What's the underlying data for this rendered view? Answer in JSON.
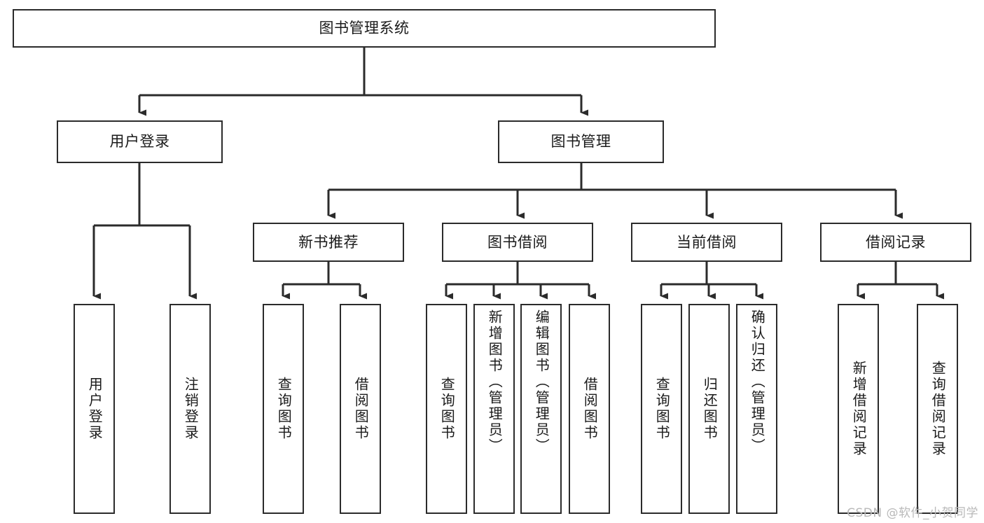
{
  "diagram": {
    "type": "tree-hierarchy",
    "title": "图书管理系统",
    "watermark": "CSDN @软件_小贺同学",
    "colors": {
      "box_border": "#2b2b2b",
      "box_fill": "#ffffff",
      "connector": "#2b2b2b",
      "text": "#1a1a1a",
      "watermark": "#b9b9b9"
    },
    "nodes": {
      "root": {
        "label": "图书管理系统"
      },
      "level2": [
        {
          "id": "user-login",
          "label": "用户登录"
        },
        {
          "id": "book-management",
          "label": "图书管理"
        }
      ],
      "level3": [
        {
          "id": "new-book-recommend",
          "label": "新书推荐"
        },
        {
          "id": "book-borrow",
          "label": "图书借阅"
        },
        {
          "id": "current-borrow",
          "label": "当前借阅"
        },
        {
          "id": "borrow-record",
          "label": "借阅记录"
        }
      ],
      "leaves": {
        "user_login": [
          {
            "id": "leaf-user-login",
            "label": "用户登录"
          },
          {
            "id": "leaf-logout-login",
            "label": "注销登录"
          }
        ],
        "new_book_recommend": [
          {
            "id": "leaf-query-book-1",
            "label": "查询图书"
          },
          {
            "id": "leaf-borrow-book-1",
            "label": "借阅图书"
          }
        ],
        "book_borrow": [
          {
            "id": "leaf-query-book-2",
            "label": "查询图书"
          },
          {
            "id": "leaf-add-book",
            "label": "新增图书（管理员）"
          },
          {
            "id": "leaf-edit-book",
            "label": "编辑图书（管理员）"
          },
          {
            "id": "leaf-borrow-book-2",
            "label": "借阅图书"
          }
        ],
        "current_borrow": [
          {
            "id": "leaf-query-book-3",
            "label": "查询图书"
          },
          {
            "id": "leaf-return-book",
            "label": "归还图书"
          },
          {
            "id": "leaf-confirm-return",
            "label": "确认归还（管理员）"
          }
        ],
        "borrow_record": [
          {
            "id": "leaf-add-record",
            "label": "新增借阅记录"
          },
          {
            "id": "leaf-query-record",
            "label": "查询借阅记录"
          }
        ]
      }
    }
  }
}
